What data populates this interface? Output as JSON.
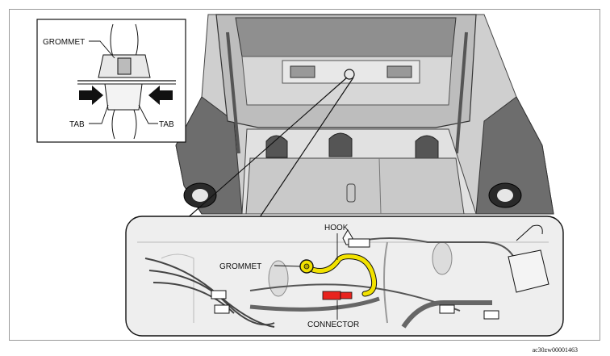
{
  "inset_labels": {
    "grommet": "GROMMET",
    "tab_left": "TAB",
    "tab_right": "TAB"
  },
  "detail_labels": {
    "hook": "HOOK",
    "grommet": "GROMMET",
    "connector": "CONNECTOR"
  },
  "figure_code": "ac30zw00001463",
  "colors": {
    "highlight_harness": "#f2e200",
    "connector": "#e8231e",
    "outline": "#111111"
  }
}
